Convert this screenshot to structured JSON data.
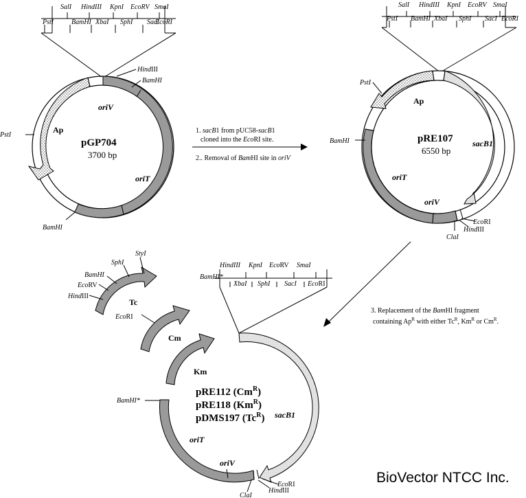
{
  "mcs1": {
    "top": [
      "SalI",
      "HindIII",
      "KpnI",
      "EcoRV",
      "SmaI"
    ],
    "bottom": [
      "PstI",
      "BamHI",
      "XbaI",
      "SphI",
      "SacI",
      "EcoRI"
    ]
  },
  "mcs2": {
    "top": [
      "SalI",
      "HindIII",
      "KpnI",
      "EcoRV",
      "SmaI"
    ],
    "bottom": [
      "PstI",
      "BamHI",
      "XbaI",
      "SphI",
      "SacI",
      "EcoRI"
    ]
  },
  "mcs3": {
    "top": [
      "HindIII",
      "KpnI",
      "EcoRV",
      "SmaI"
    ],
    "bottom": [
      "BamHI*",
      "XbaI",
      "SphI",
      "SacI",
      "EcoRI"
    ]
  },
  "pgp704": {
    "name": "pGP704",
    "size": "3700 bp",
    "labels": {
      "ap": "Ap",
      "oriv": "oriV",
      "orit": "oriT",
      "hind": "HindIII",
      "bam_top": "BamHI",
      "pst": "PstI",
      "bam_bottom": "BamHI"
    }
  },
  "pre107": {
    "name": "pRE107",
    "size": "6550 bp",
    "labels": {
      "ap": "Ap",
      "sacb": "sacB1",
      "orit": "oriT",
      "oriv": "oriV",
      "pst": "PstI",
      "bam": "BamHI",
      "ecori": "EcoRI",
      "hind": "HindIII",
      "cla": "ClaI"
    }
  },
  "final": {
    "names": [
      "pRE112 (Cm",
      "pRE118 (Km",
      "pDMS197 (Tc"
    ],
    "sup": "R",
    "close": ")",
    "labels": {
      "sacb": "sacB1",
      "orit": "oriT",
      "oriv": "oriV",
      "bamstar": "BamHI*",
      "ecori": "EcoRI",
      "hind": "HindIII",
      "cla": "ClaI"
    }
  },
  "cassettes": {
    "tc": "Tc",
    "cm": "Cm",
    "km": "Km",
    "tc_sites": [
      "StyI",
      "SphI",
      "BamHI",
      "EcoRV",
      "HindIII"
    ],
    "cm_site": "EcoRI"
  },
  "steps": {
    "s1a": "1. ",
    "s1b": "sacB",
    "s1c": "1 from pUC58-",
    "s1d": "sacB",
    "s1e": "1",
    "s1f": "cloned into the ",
    "s1g": "Eco",
    "s1h": "RI site.",
    "s2a": "2.. Removal of ",
    "s2b": "Bam",
    "s2c": "HI site in ",
    "s2d": "oriV",
    "s3a": "3. Replacement of the ",
    "s3b": "Bam",
    "s3c": "HI  fragment",
    "s3d": "containing Ap",
    "s3e": "R",
    "s3f": " with either Tc",
    "s3g": "R",
    "s3h": ", Km",
    "s3i": "R",
    "s3j": " or Cm",
    "s3k": "R",
    "s3l": "."
  },
  "watermark": "BioVector NTCC Inc."
}
